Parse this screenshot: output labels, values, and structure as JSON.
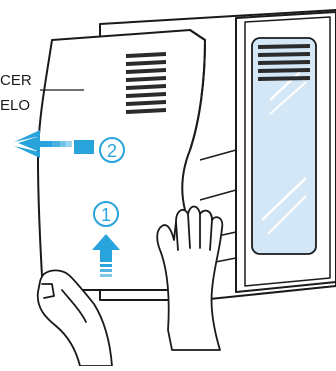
{
  "labels": {
    "callout_line1": "CER",
    "callout_line2": "ELO",
    "step1": "1",
    "step2": "2"
  },
  "colors": {
    "outline": "#1a1a1a",
    "arrow_blue": "#29a3dc",
    "glass": "#d3e7f6",
    "glass_stroke": "#1a1a1a",
    "vent": "#2b2b2b",
    "fill": "#ffffff"
  },
  "icons": {
    "step_marker": "circled-number",
    "arrow_up": "blue-up-arrow",
    "arrow_left": "blue-left-arrow"
  }
}
